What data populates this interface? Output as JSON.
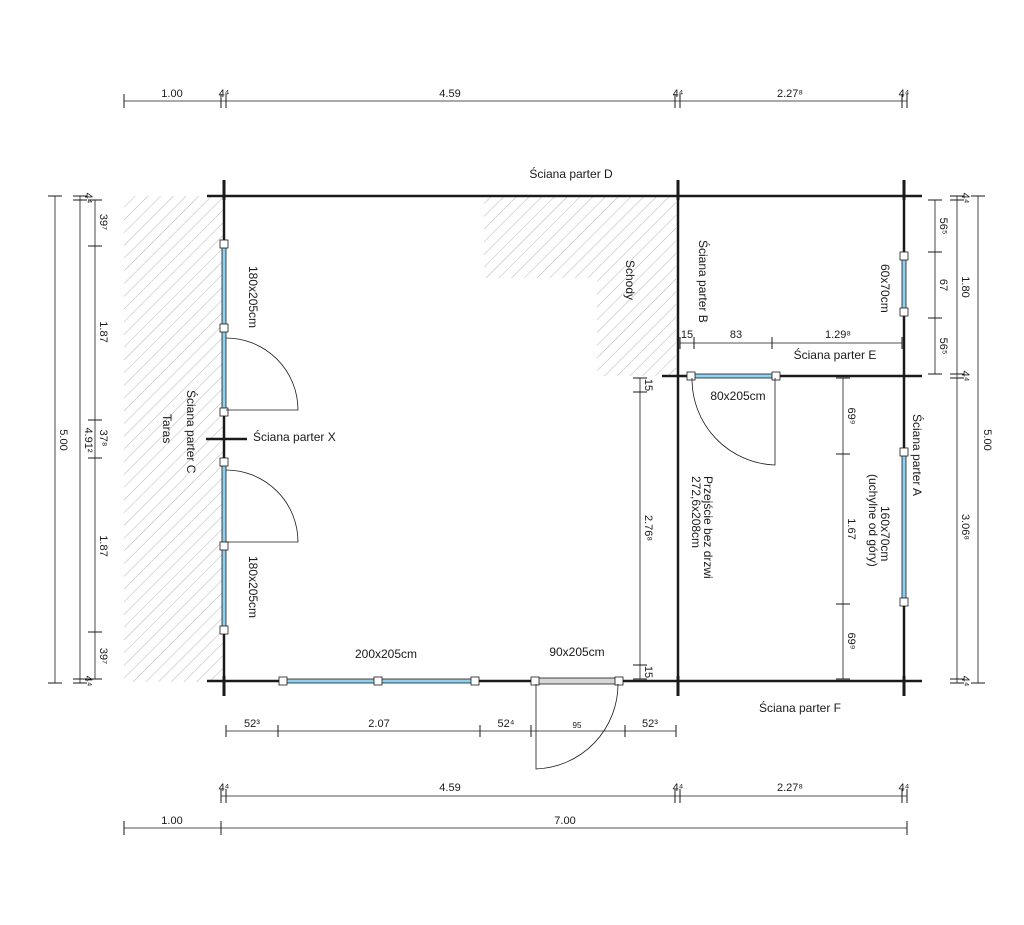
{
  "walls": {
    "D": "Ściana parter D",
    "B": "Ściana parter B",
    "E": "Ściana parter E",
    "A": "Ściana parter A",
    "C": "Ściana parter C",
    "X": "Ściana parter X",
    "F": "Ściana parter F"
  },
  "areas": {
    "terrace": "Taras",
    "stairs": "Schody"
  },
  "openings": {
    "left_upper_door": "180x205cm",
    "left_lower_door": "180x205cm",
    "bottom_window": "200x205cm",
    "bottom_door": "90x205cm",
    "bottom_door_small": "95",
    "bathroom_door": "80x205cm",
    "bathroom_window": "60x70cm",
    "right_window": "160x70cm",
    "right_window_note": "(uchylne od góry)",
    "passage_line1": "Przejście bez drzwi",
    "passage_line2": "272,6x208cm"
  },
  "dims": {
    "top": [
      "1.00",
      "4⁴",
      "4.59",
      "4⁴",
      "2.27⁸",
      "4⁴"
    ],
    "bottom_openings": [
      "52³",
      "2.07",
      "52⁴",
      "52³"
    ],
    "bottom_row1": [
      "4⁴",
      "4.59",
      "4⁴",
      "2.27⁸",
      "4⁴"
    ],
    "bottom_row2": [
      "1.00",
      "7.00"
    ],
    "left_outer": "5.00",
    "left_mid": "4.91²",
    "left_mid_tops": [
      "4⁴",
      "4⁴"
    ],
    "left_inner": [
      "39⁷",
      "1.87",
      "37⁸",
      "1.87",
      "39⁷"
    ],
    "right_outer": "5.00",
    "right_mid": [
      "4⁴",
      "1.80",
      "4⁴",
      "3.06⁸",
      "4⁴"
    ],
    "right_inner": [
      "56⁵",
      "67",
      "56⁵"
    ],
    "wall_e": [
      "15",
      "83",
      "1.29⁸"
    ],
    "passage": [
      "15",
      "2.76⁸",
      "15"
    ],
    "room_right": [
      "69⁹",
      "1.67",
      "69⁹"
    ]
  }
}
